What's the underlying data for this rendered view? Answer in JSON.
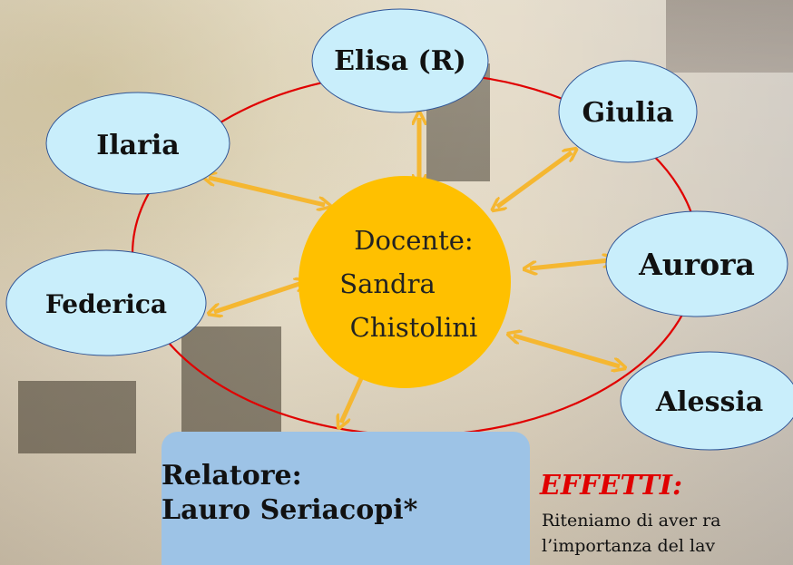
{
  "nodes": {
    "elisa": "Elisa (R)",
    "giulia": "Giulia",
    "ilaria": "Ilaria",
    "aurora": "Aurora",
    "federica": "Federica",
    "alessia": "Alessia"
  },
  "center": {
    "line1": "Docente:",
    "line2": "Sandra",
    "line3": "Chistolini"
  },
  "relatore": {
    "line1": "Relatore:",
    "line2": "Lauro Seriacopi*"
  },
  "effetti": {
    "title": "EFFETTI:",
    "line1": "Riteniamo di aver ra",
    "line2": "l’importanza del lav"
  },
  "colors": {
    "node_fill": "#c9eefb",
    "center_fill": "#ffc000",
    "arrow": "#f5b731",
    "ring": "#e00000",
    "relatore_fill": "#9dc3e6",
    "effetti_title": "#e00000"
  }
}
